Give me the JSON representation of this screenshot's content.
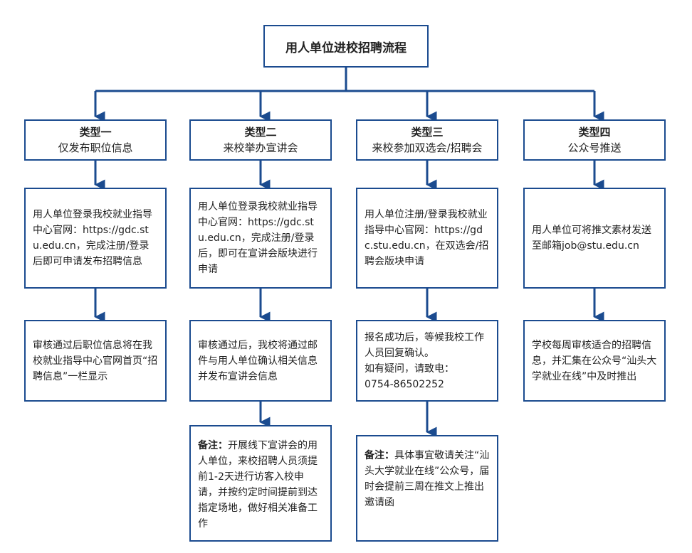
{
  "title": "用人单位进校招聘流程",
  "columns": [
    {
      "type_label": "类型一",
      "type_name": "仅发布职位信息",
      "step1": "用人单位登录我校就业指导中心官网：https://gdc.stu.edu.cn，完成注册/登录后即可申请发布招聘信息",
      "step2": "审核通过后职位信息将在我校就业指导中心官网首页“招聘信息”一栏显示"
    },
    {
      "type_label": "类型二",
      "type_name": "来校举办宣讲会",
      "step1": "用人单位登录我校就业指导中心官网：https://gdc.stu.edu.cn，完成注册/登录后，即可在宣讲会版块进行申请",
      "step2": "审核通过后，我校将通过邮件与用人单位确认相关信息并发布宣讲会信息",
      "note_label": "备注：",
      "note_text": "开展线下宣讲会的用人单位，来校招聘人员须提前1-2天进行访客入校申请，并按约定时间提前到达指定场地，做好相关准备工作"
    },
    {
      "type_label": "类型三",
      "type_name": "来校参加双选会/招聘会",
      "step1": "用人单位注册/登录我校就业指导中心官网：https://gdc.stu.edu.cn，在双选会/招聘会版块申请",
      "step2_line1": "报名成功后，等候我校工作人员回复确认。",
      "step2_line2": "如有疑问，请致电：",
      "step2_line3": "0754-86502252",
      "note_label": "备注：",
      "note_text": "具体事宜敬请关注“汕头大学就业在线”公众号，届时会提前三周在推文上推出邀请函"
    },
    {
      "type_label": "类型四",
      "type_name": "公众号推送",
      "step1": "用人单位可将推文素材发送至邮箱job@stu.edu.cn",
      "step2": "学校每周审核适合的招聘信息，并汇集在公众号“汕头大学就业在线”中及时推出"
    }
  ],
  "colors": {
    "line": "#1b4b8f",
    "text": "#1f1f1f"
  }
}
